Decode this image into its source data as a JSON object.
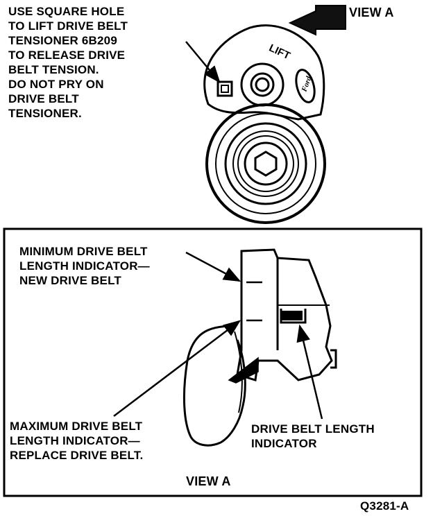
{
  "top_note": {
    "lines": [
      "USE SQUARE HOLE",
      "TO LIFT DRIVE BELT",
      "TENSIONER 6B209",
      "TO RELEASE DRIVE",
      "BELT TENSION."
    ],
    "emphasis": "DO NOT",
    "rest_line": " PRY ON",
    "tail_lines": [
      "DRIVE BELT",
      "TENSIONER."
    ]
  },
  "view_arrow_label": "VIEW A",
  "lift_text": "LIFT",
  "ford_logo_text": "Ford",
  "min_indicator": {
    "lines": [
      "MINIMUM DRIVE BELT",
      "LENGTH INDICATOR—",
      "NEW DRIVE BELT"
    ]
  },
  "max_indicator": {
    "lines": [
      "MAXIMUM DRIVE BELT",
      "LENGTH INDICATOR—",
      "REPLACE DRIVE BELT."
    ]
  },
  "length_indicator": {
    "lines": [
      "DRIVE BELT LENGTH",
      "INDICATOR"
    ]
  },
  "view_caption": "VIEW A",
  "figure_id": "Q3281-A"
}
